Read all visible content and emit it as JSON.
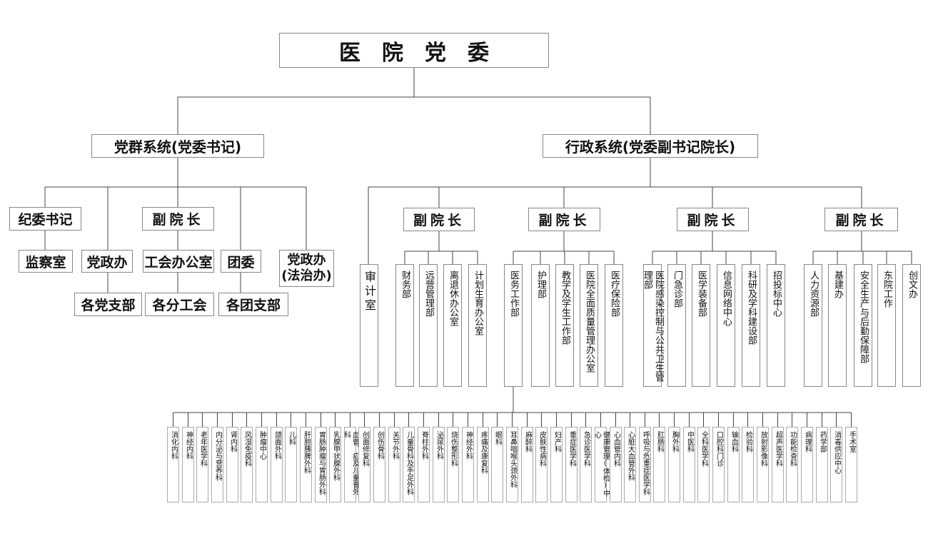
{
  "top": "医院党委",
  "party": {
    "title": "党群系统(党委书记)",
    "discipline": "纪委书记",
    "supervision": "监察室",
    "office": "党政办",
    "branches": "各党支部",
    "vp": "副院长",
    "union_office": "工会办公室",
    "unions": "各分工会",
    "youth": "团委",
    "youth_branches": "各团支部",
    "legal_l1": "党政办",
    "legal_l2": "(法治办)"
  },
  "admin": {
    "title": "行政系统(党委副书记院长)",
    "audit": "审计室",
    "vp1": "副院长",
    "vp1_depts": [
      "财务部",
      "远营管理部",
      "离退休办公室",
      "计划生育办公室"
    ],
    "vp2": "副院长",
    "vp2_depts": [
      "医务工作部",
      "护理部",
      "教学及学生工作部",
      "医院全面质量管理办公室",
      "医疗保险部"
    ],
    "vp3": "副院长",
    "vp3_depts": [
      "医院感染控制与公共卫生管理部",
      "门急诊部",
      "医学装备部",
      "信息网络中心",
      "科研及学科建设部",
      "招投标中心"
    ],
    "vp4": "副院长",
    "vp4_depts": [
      "人力资源部",
      "基建办",
      "安全生产与后勤保障部",
      "东院工作",
      "创文办"
    ]
  },
  "clinical": [
    "消化内科",
    "神经内科",
    "老年医学科",
    "内分泌与营养科",
    "肾内科",
    "风湿免疫科",
    "肿瘤中心",
    "颌面外科",
    "儿科",
    "肝胆胰脾外科",
    "胃肠肿瘤与胃肠外科",
    "乳腺甲状腺外科",
    "血管、疝及儿童普外科",
    "创面修复科",
    "创伤骨科",
    "关节外科",
    "儿童骨科及手足外科",
    "脊柱外科",
    "泌尿外科",
    "烧伤整形科",
    "神经外科",
    "疼痛及康复科",
    "眼科",
    "耳鼻咽喉头颈外科",
    "麻醉科",
    "皮肤性病科",
    "妇产科",
    "重症医学科",
    "急诊医学科",
    "健康管理(体检)中心",
    "心血管内科",
    "心脏大血管外科",
    "呼吸与危重症医学科",
    "肛肠科",
    "胸外科",
    "中医科",
    "全科医学科",
    "口腔科门诊",
    "输血科",
    "检验科",
    "放射影像科",
    "超声医学科",
    "功能检查科",
    "病理科",
    "药学部",
    "消毒供应中心",
    "手术室"
  ]
}
